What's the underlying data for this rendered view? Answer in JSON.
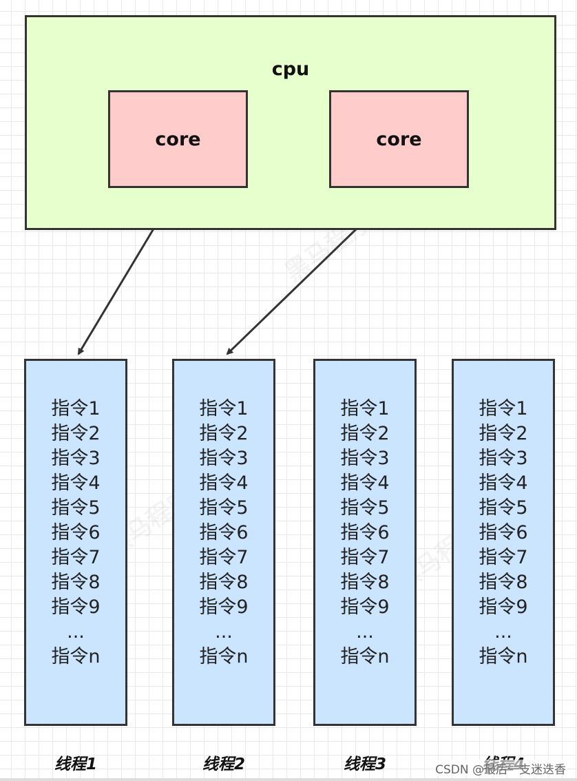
{
  "cpu": {
    "label": "cpu"
  },
  "cores": [
    {
      "label": "core"
    },
    {
      "label": "core"
    }
  ],
  "threads": [
    {
      "label": "线程1",
      "instructions": [
        "指令1",
        "指令2",
        "指令3",
        "指令4",
        "指令5",
        "指令6",
        "指令7",
        "指令8",
        "指令9",
        "...",
        "指令n"
      ]
    },
    {
      "label": "线程2",
      "instructions": [
        "指令1",
        "指令2",
        "指令3",
        "指令4",
        "指令5",
        "指令6",
        "指令7",
        "指令8",
        "指令9",
        "...",
        "指令n"
      ]
    },
    {
      "label": "线程3",
      "instructions": [
        "指令1",
        "指令2",
        "指令3",
        "指令4",
        "指令5",
        "指令6",
        "指令7",
        "指令8",
        "指令9",
        "...",
        "指令n"
      ]
    },
    {
      "label": "线程4",
      "instructions": [
        "指令1",
        "指令2",
        "指令3",
        "指令4",
        "指令5",
        "指令6",
        "指令7",
        "指令8",
        "指令9",
        "...",
        "指令n"
      ]
    }
  ],
  "connections": [
    {
      "from": "core-1",
      "to": "thread-1"
    },
    {
      "from": "core-2",
      "to": "thread-2"
    }
  ],
  "watermark": {
    "text": "黑马程序员"
  },
  "credit": "CSDN @最后一支迷迭香",
  "colors": {
    "cpu_fill": "#e6ffcc",
    "core_fill": "#ffcccc",
    "thread_fill": "#cce5ff",
    "border": "#333333",
    "arrow": "#333333"
  }
}
